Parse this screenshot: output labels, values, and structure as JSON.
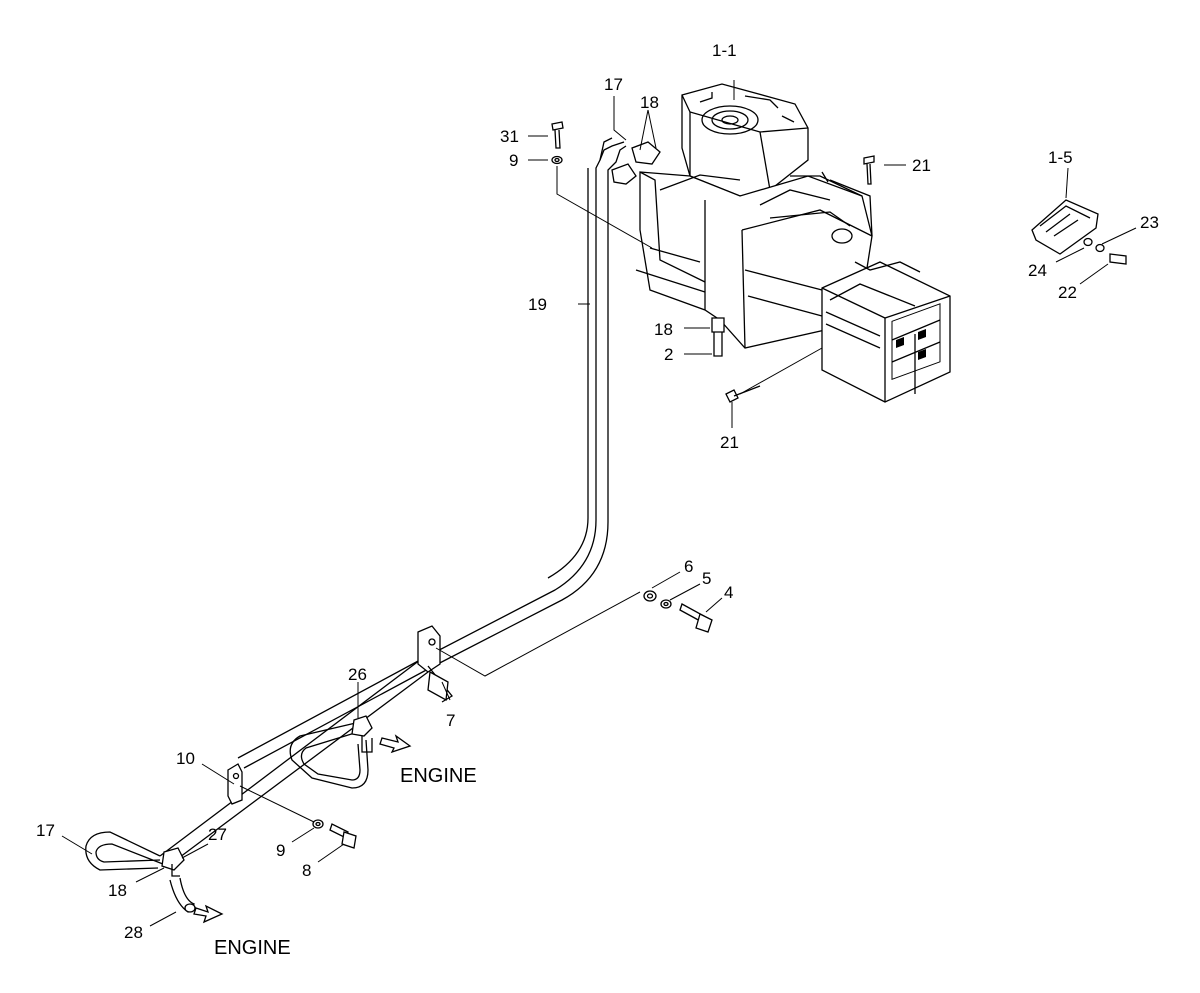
{
  "diagram": {
    "callouts": {
      "c1_1": "1-1",
      "c1_5": "1-5",
      "c17_top": "17",
      "c18_top": "18",
      "c31": "31",
      "c9_top": "9",
      "c21_top": "21",
      "c21_bottom": "21",
      "c19": "19",
      "c18_mid": "18",
      "c2": "2",
      "c23": "23",
      "c24": "24",
      "c22": "22",
      "c6": "6",
      "c5": "5",
      "c4": "4",
      "c26": "26",
      "c7": "7",
      "c10": "10",
      "c9_bottom": "9",
      "c8": "8",
      "c17_bottom": "17",
      "c27": "27",
      "c18_bottom": "18",
      "c28": "28"
    },
    "engine_label_upper": "ENGINE",
    "engine_label_lower": "ENGINE"
  }
}
